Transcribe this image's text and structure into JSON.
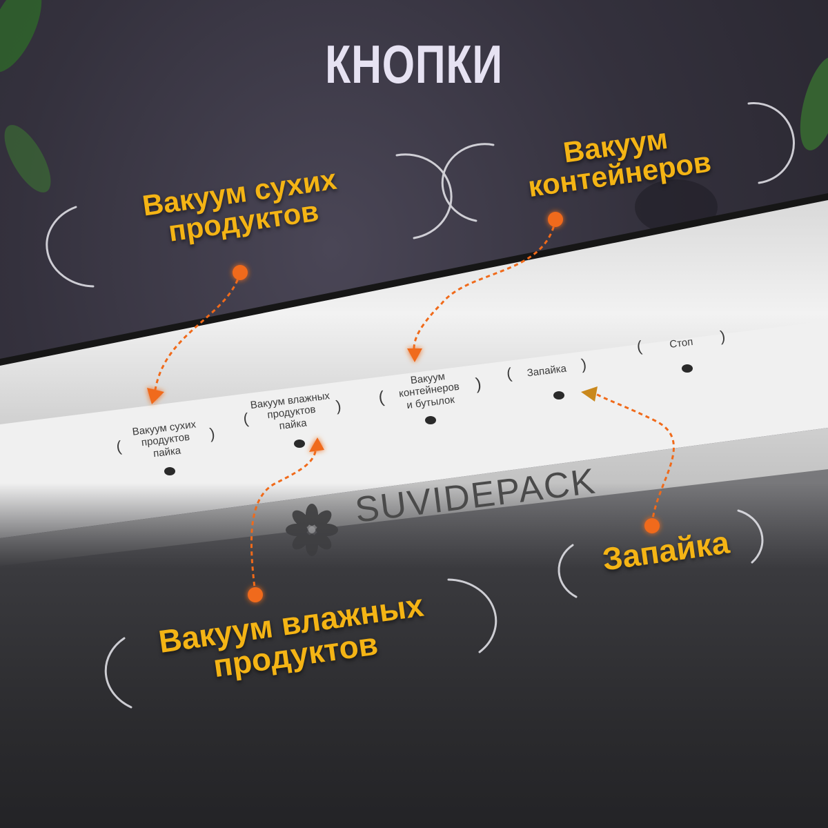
{
  "title": "КНОПКИ",
  "callouts": {
    "dry": [
      "Вакуум сухих",
      "продуктов"
    ],
    "containers": [
      "Вакуум",
      "контейнеров"
    ],
    "wet": [
      "Вакуум влажных",
      "продуктов"
    ],
    "seal": [
      "Запайка"
    ]
  },
  "panel": {
    "dry": [
      "Вакуум сухих",
      "продуктов",
      "пайка"
    ],
    "wet": [
      "Вакуум влажных",
      "продуктов",
      "пайка"
    ],
    "containers": [
      "Вакуум",
      "контейнеров",
      "и бутылок"
    ],
    "seal": "Запайка",
    "stop": "Стоп"
  },
  "brand": "SUVIDEPACK",
  "colors": {
    "accent_text": "#f4b415",
    "arrow": "#f06a1a",
    "panel": "#efefef"
  }
}
